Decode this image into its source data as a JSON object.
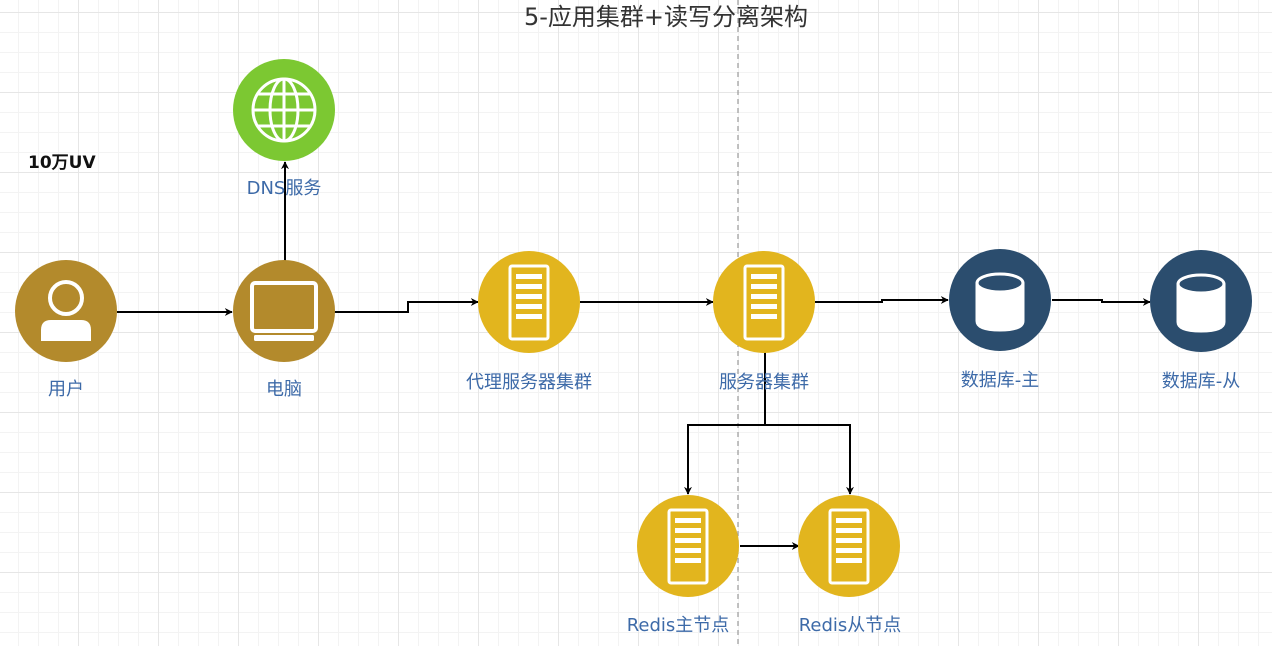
{
  "title": "5-应用集群+读写分离架构",
  "traffic_label": "10万UV",
  "colors": {
    "user": "#b38a2c",
    "server": "#e2b51e",
    "db": "#2b4d6e",
    "dns": "#7cc832",
    "label": "#3d6aa8"
  },
  "nodes": {
    "user": {
      "label": "用户",
      "icon": "user-icon"
    },
    "pc": {
      "label": "电脑",
      "icon": "monitor-icon"
    },
    "dns": {
      "label": "DNS服务",
      "icon": "globe-icon"
    },
    "proxy": {
      "label": "代理服务器集群",
      "icon": "server-icon"
    },
    "app": {
      "label": "服务器集群",
      "icon": "server-icon"
    },
    "db_master": {
      "label": "数据库-主",
      "icon": "database-icon"
    },
    "db_slave": {
      "label": "数据库-从",
      "icon": "database-icon"
    },
    "redis_master": {
      "label": "Redis主节点",
      "icon": "server-icon"
    },
    "redis_slave": {
      "label": "Redis从节点",
      "icon": "server-icon"
    }
  }
}
